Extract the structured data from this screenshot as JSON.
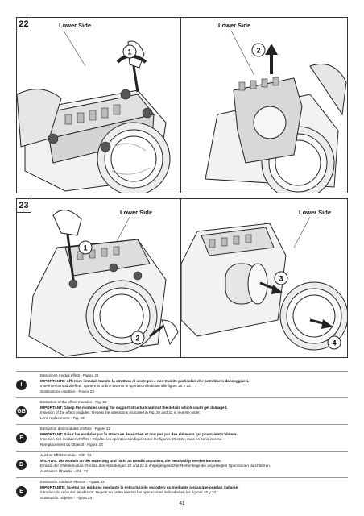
{
  "figures": {
    "fig22": {
      "number": "22",
      "left_label": "Lower Side",
      "right_label": "Lower Side",
      "callout_1": "1",
      "callout_2": "2"
    },
    "fig23": {
      "number": "23",
      "left_label": "Lower Side",
      "right_label": "Lower Side",
      "callout_1": "1",
      "callout_2": "2",
      "callout_3": "3",
      "callout_4": "4"
    }
  },
  "languages": [
    {
      "code": "I",
      "lines": [
        "Estrazione moduli effetti - Figura 22",
        "IMPORTANTE: Afferrare i moduli tramite la struttura di sostegno e non tramite particolari che potrebbero danneggiarsi.",
        "Inserimento moduli effetti: ripetere in ordine inverso le operazioni indicate alle figure 20 e 22.",
        "Sostituzione obiettivo - Figura 23"
      ]
    },
    {
      "code": "GB",
      "lines": [
        "Extraction of the effect modules - Fig. 22",
        "IMPORTANT: Grasp the modules using the support structure and not the details which could get damaged.",
        "Insertion of the effect modules: Repeat the operations indicated in Fig. 20 and 22 in reverse order.",
        "Lens replacement - Fig. 23"
      ]
    },
    {
      "code": "F",
      "lines": [
        "Extraction des modules d'effets - Figure 22",
        "IMPORTANT: Saisir les modules par la structure de soutien et non pas par des éléments qui pourraient s'abîmer.",
        "Insertion des modules d'effets : Répéter les opérations indiquées sur les figures 20 et 22, mais en sens inverse.",
        "Remplacement du Objectif - Figure 23"
      ]
    },
    {
      "code": "D",
      "lines": [
        "Ausbau Effektmodule - Abb. 22",
        "WICHTIG: Die Module an der Halterung und nicht an Details anpacken, die beschädigt werden könnten.",
        "Einsatz der Effektemodule: Gemäß den Abbildungen 20 und 22 in entgegengesetzter Reihenfolge die angezeigten Operationen durchführen.",
        "Austausch Objektiv - Abb. 23"
      ]
    },
    {
      "code": "E",
      "lines": [
        "Extracción módulos efectos - Figura 22",
        "IMPORTANTE: Sujetar los módulos mediante la estructura de soporte y no mediante piezas que puedan dañarse.",
        "Introducción módulos de efectos: Repetir en orden inverso las operaciones indicadas en las figuras 20 y 22.",
        "Sustitución Objetivo - Figura 23"
      ]
    }
  ],
  "page_number": "41"
}
